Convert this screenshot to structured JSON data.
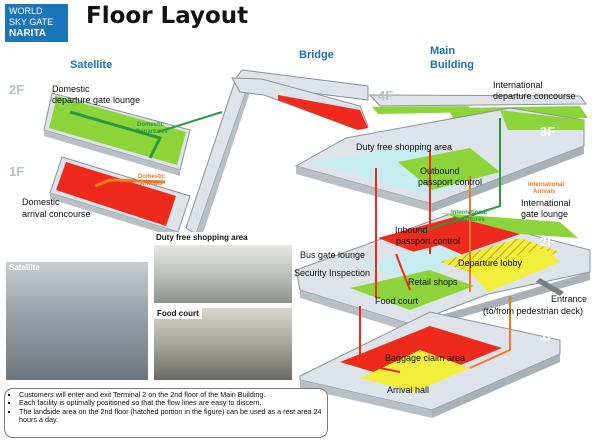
{
  "logo": {
    "line1": "WORLD",
    "line2": "SKY GATE",
    "line3": "NARITA"
  },
  "title": "Floor Layout",
  "sections": {
    "satellite": "Satellite",
    "bridge": "Bridge",
    "main": "Main",
    "main2": "Building"
  },
  "floors": {
    "f2_left": "2F",
    "f1_left": "1F",
    "f4": "4F",
    "f3": "3F",
    "f2": "2F",
    "f1": "1F"
  },
  "labels": {
    "domestic_departure_1": "Domestic",
    "domestic_departure_2": "departure gate lounge",
    "domestic_arrival_1": "Domestic",
    "domestic_arrival_2": "arrival concourse",
    "dom_departures_1": "Domestic",
    "dom_departures_2": "Departures",
    "dom_arrivals_1": "Domestic",
    "dom_arrivals_2": "Arrivals",
    "intl_dep_concourse_1": "International",
    "intl_dep_concourse_2": "departure concourse",
    "duty_free": "Duty free shopping area",
    "outbound_1": "Outbound",
    "outbound_2": "passport control",
    "intl_arrivals_1": "International",
    "intl_arrivals_2": "Arrivals",
    "intl_departures_1": "International",
    "intl_departures_2": "Departures",
    "intl_gate_lounge_1": "International",
    "intl_gate_lounge_2": "gate lounge",
    "inbound_1": "Inbound",
    "inbound_2": "passport control",
    "bus_gate": "Bus gate lounge",
    "security": "Security Inspection",
    "departure_lobby": "Departure lobby",
    "retail": "Retail shops",
    "food_court": "Food court",
    "entrance_1": "Entrance",
    "entrance_2": "(to/from pedestrian deck)",
    "baggage": "Baggage claim area",
    "arrival_hall": "Arrival hall"
  },
  "photos": {
    "satellite": "Satellite",
    "duty_free": "Duty free shopping area",
    "food_court": "Food court"
  },
  "notes": [
    "Customers will enter and exit Terminal 2 on the 2nd floor of the Main Building.",
    "Each facility is optimally positioned so that the flow lines are easy to discern.",
    "The landside area on the 2nd floor (hatched portion in the figure) can be used as a rest area 24 hours a day."
  ],
  "colors": {
    "green": "#8cd43a",
    "red": "#ee2a1c",
    "yellow": "#f0ee3a",
    "cyan": "#c6ecef",
    "floor": "#dde3e8",
    "blue_text": "#1f6fb4",
    "route_green": "#2b9a3e",
    "route_orange": "#ee7a22"
  }
}
